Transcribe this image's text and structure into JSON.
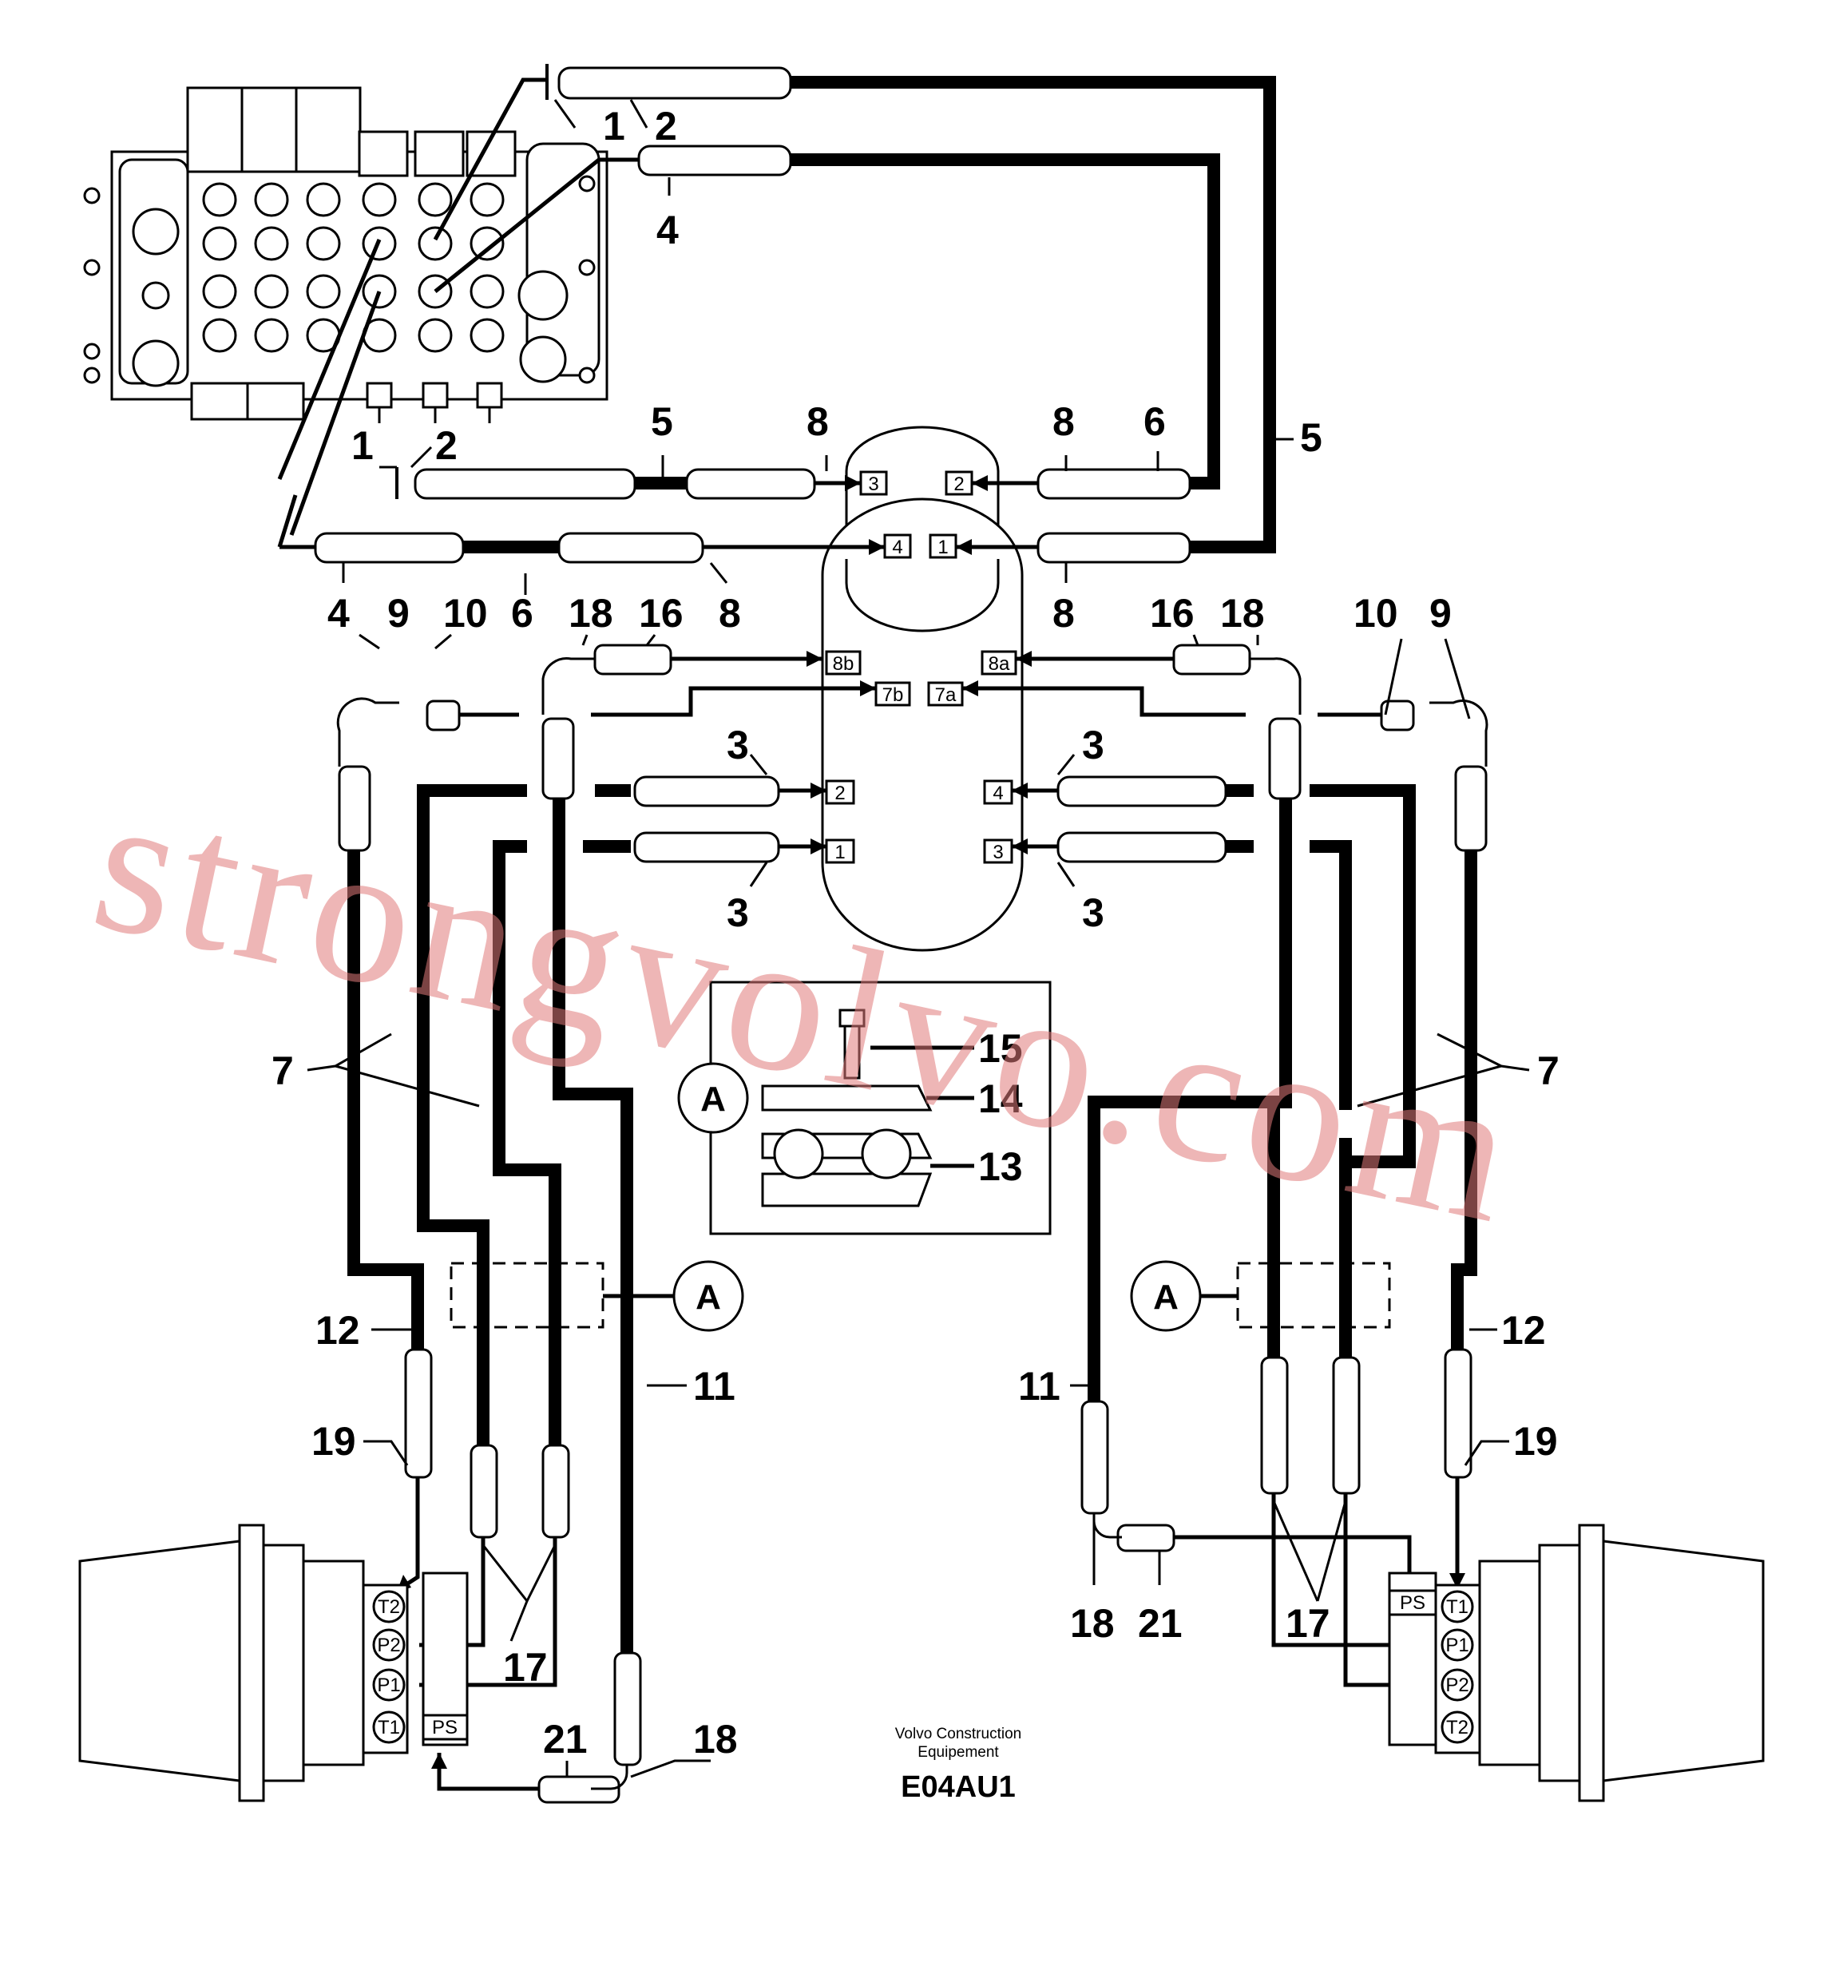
{
  "callouts": {
    "c1a": "1",
    "c2a": "2",
    "c4a": "4",
    "c1b": "1",
    "c2b": "2",
    "c5a": "5",
    "c8a": "8",
    "c8b": "8",
    "c6a": "6",
    "c5b": "5",
    "c4b": "4",
    "c9a": "9",
    "c10a": "10",
    "c6b": "6",
    "c18a": "18",
    "c16a": "16",
    "c8c": "8",
    "c8d": "8",
    "c16b": "16",
    "c18b": "18",
    "c10b": "10",
    "c9b": "9",
    "c3a": "3",
    "c3b": "3",
    "c3c": "3",
    "c3d": "3",
    "c15": "15",
    "c14": "14",
    "c13": "13",
    "c7a": "7",
    "c7b": "7",
    "c12a": "12",
    "c12b": "12",
    "c11a": "11",
    "c11b": "11",
    "c19a": "19",
    "c19b": "19",
    "c17a": "17",
    "c17b": "17",
    "c18c": "18",
    "c21a": "21",
    "c21b": "21",
    "c18d": "18"
  },
  "swivel_ports": {
    "p3": "3",
    "p2": "2",
    "p4": "4",
    "p1": "1",
    "p8b": "8b",
    "p8a": "8a",
    "p7b": "7b",
    "p7a": "7a",
    "q2": "2",
    "q4": "4",
    "q1": "1",
    "q3": "3"
  },
  "left_motor_ports": {
    "t2": "T2",
    "p2": "P2",
    "p1": "P1",
    "t1": "T1",
    "ps": "PS"
  },
  "right_motor_ports": {
    "ps": "PS",
    "t1": "T1",
    "p1": "P1",
    "p2": "P2",
    "t2": "T2"
  },
  "detail_marker": "A",
  "credit_line1": "Volvo Construction",
  "credit_line2": "Equipement",
  "drawing_code": "E04AU1",
  "watermark": "strongvolvo.com"
}
